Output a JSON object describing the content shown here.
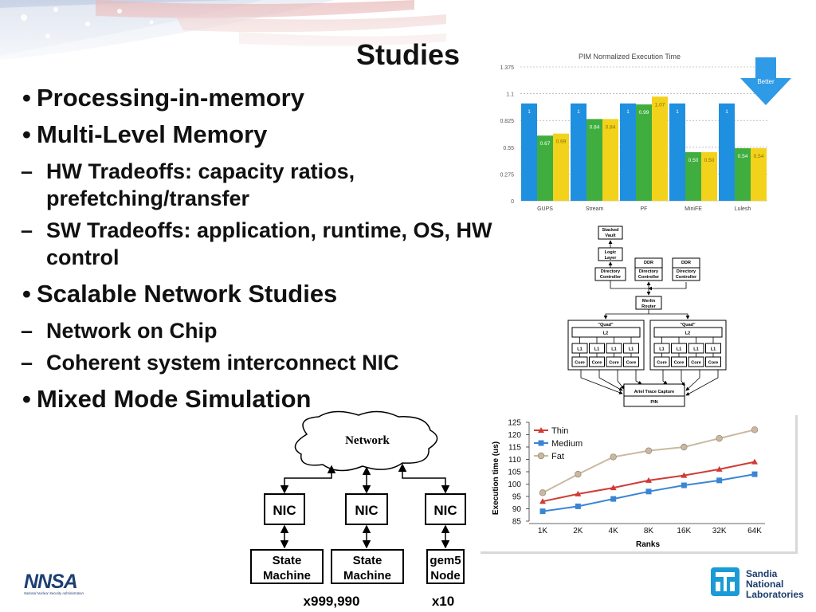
{
  "slide": {
    "title": "Studies",
    "bullets": [
      {
        "level": 1,
        "text": "Processing-in-memory"
      },
      {
        "level": 1,
        "text": "Multi-Level Memory"
      },
      {
        "level": 2,
        "text": "HW Tradeoffs: capacity ratios, prefetching/transfer"
      },
      {
        "level": 2,
        "text": "SW Tradeoffs: application, runtime, OS, HW control"
      },
      {
        "level": 1,
        "text": "Scalable Network Studies"
      },
      {
        "level": 2,
        "text": "Network on Chip"
      },
      {
        "level": 2,
        "text": "Coherent system interconnect NIC"
      },
      {
        "level": 1,
        "text": "Mixed Mode Simulation"
      }
    ],
    "bullet_glyph": "•",
    "dash_glyph": "–"
  },
  "chart_data": [
    {
      "type": "bar",
      "title": "PIM Normalized Execution Time",
      "categories": [
        "GUPS",
        "Stream",
        "PF",
        "MiniFE",
        "Lulesh"
      ],
      "series": [
        {
          "color": "#1f8fe0",
          "values": [
            1,
            1,
            1,
            1,
            1
          ],
          "labels": [
            "1",
            "1",
            "1",
            "1",
            "1"
          ]
        },
        {
          "color": "#3fae3f",
          "values": [
            0.67,
            0.84,
            0.99,
            0.5,
            0.54
          ],
          "labels": [
            "0.67",
            "0.84",
            "0.99",
            "0.50",
            "0.54"
          ]
        },
        {
          "color": "#f2d21b",
          "values": [
            0.69,
            0.84,
            1.07,
            0.5,
            0.54
          ],
          "labels": [
            "0.69",
            "0.84",
            "1.07",
            "0.50",
            "0.54"
          ]
        }
      ],
      "yticks": [
        "0",
        "0.275",
        "0.55",
        "0.825",
        "1.1",
        "1.375"
      ],
      "ylim": [
        0,
        1.375
      ],
      "annotation": "Better",
      "colors": {
        "arrow": "#2f9ae6"
      }
    },
    {
      "type": "line",
      "xlabel": "Ranks",
      "ylabel": "Execution time (us)",
      "categories": [
        "1K",
        "2K",
        "4K",
        "8K",
        "16K",
        "32K",
        "64K"
      ],
      "ylim": [
        85,
        125
      ],
      "yticks": [
        "85",
        "90",
        "95",
        "100",
        "105",
        "110",
        "115",
        "120",
        "125"
      ],
      "series": [
        {
          "name": "Thin",
          "color": "#d03b35",
          "values": [
            93,
            96,
            98.5,
            101.5,
            103.5,
            106,
            109
          ]
        },
        {
          "name": "Medium",
          "color": "#3a85d4",
          "values": [
            89,
            91,
            94,
            97,
            99.5,
            101.5,
            104
          ]
        },
        {
          "name": "Fat",
          "color": "#c9b9a2",
          "values": [
            96.5,
            104,
            111,
            113.5,
            115,
            118.5,
            122
          ]
        }
      ]
    }
  ],
  "cache_diagram": {
    "stacked_vault": "Stacked Vault",
    "logic_layer": "Logic Layer",
    "ddr": "DDR",
    "directory_controller": "Directory Controller",
    "merlin_router": "Merlin Router",
    "quad": "\"Quad\"",
    "l2": "L2",
    "l1": "L1",
    "core": "Core",
    "ariel": "Ariel Trace Capture",
    "pin": "PIN"
  },
  "network_diagram": {
    "network": "Network",
    "nic": "NIC",
    "state_machine": "State Machine",
    "gem5_node": "gem5 Node",
    "count_left": "x999,990",
    "count_right": "x10"
  },
  "logos": {
    "nnsa": "NNSA",
    "nnsa_sub": "National Nuclear Security Administration",
    "sandia": [
      "Sandia",
      "National",
      "Laboratories"
    ]
  }
}
